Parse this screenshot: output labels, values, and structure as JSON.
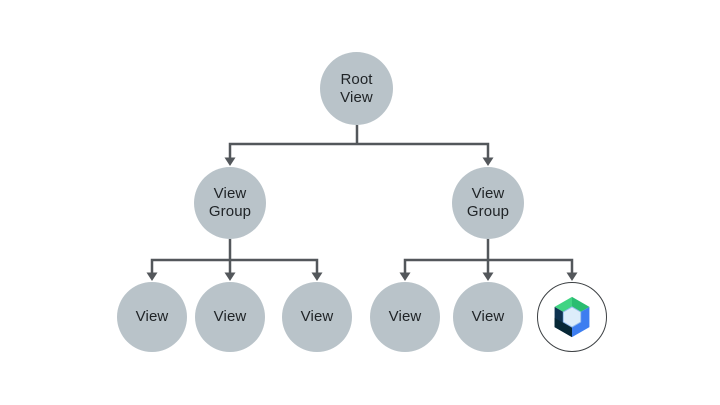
{
  "colors": {
    "background": "#ffffff",
    "node-fill": "#b9c3c9",
    "line": "#53575b",
    "text": "#1f2326",
    "compose-ring": "#3c4043",
    "compose-green-light": "#41d483",
    "compose-green-dark": "#2abd71",
    "compose-blue": "#3d7ef0",
    "compose-navy": "#0e3351",
    "compose-navy-dark": "#072836",
    "compose-center": "#dcedfa",
    "compose-center-edge": "#95bdec"
  },
  "diagram": {
    "type": "tree",
    "nodes": {
      "root": {
        "line1": "Root",
        "line2": "View"
      },
      "group_left": {
        "line1": "View",
        "line2": "Group"
      },
      "group_right": {
        "line1": "View",
        "line2": "Group"
      },
      "view1": {
        "label": "View"
      },
      "view2": {
        "label": "View"
      },
      "view3": {
        "label": "View"
      },
      "view4": {
        "label": "View"
      },
      "view5": {
        "label": "View"
      },
      "compose": {
        "icon": "jetpack-compose-logo"
      }
    },
    "edges": [
      {
        "from": "root",
        "to": "group_left"
      },
      {
        "from": "root",
        "to": "group_right"
      },
      {
        "from": "group_left",
        "to": "view1"
      },
      {
        "from": "group_left",
        "to": "view2"
      },
      {
        "from": "group_left",
        "to": "view3"
      },
      {
        "from": "group_right",
        "to": "view4"
      },
      {
        "from": "group_right",
        "to": "view5"
      },
      {
        "from": "group_right",
        "to": "compose"
      }
    ]
  }
}
